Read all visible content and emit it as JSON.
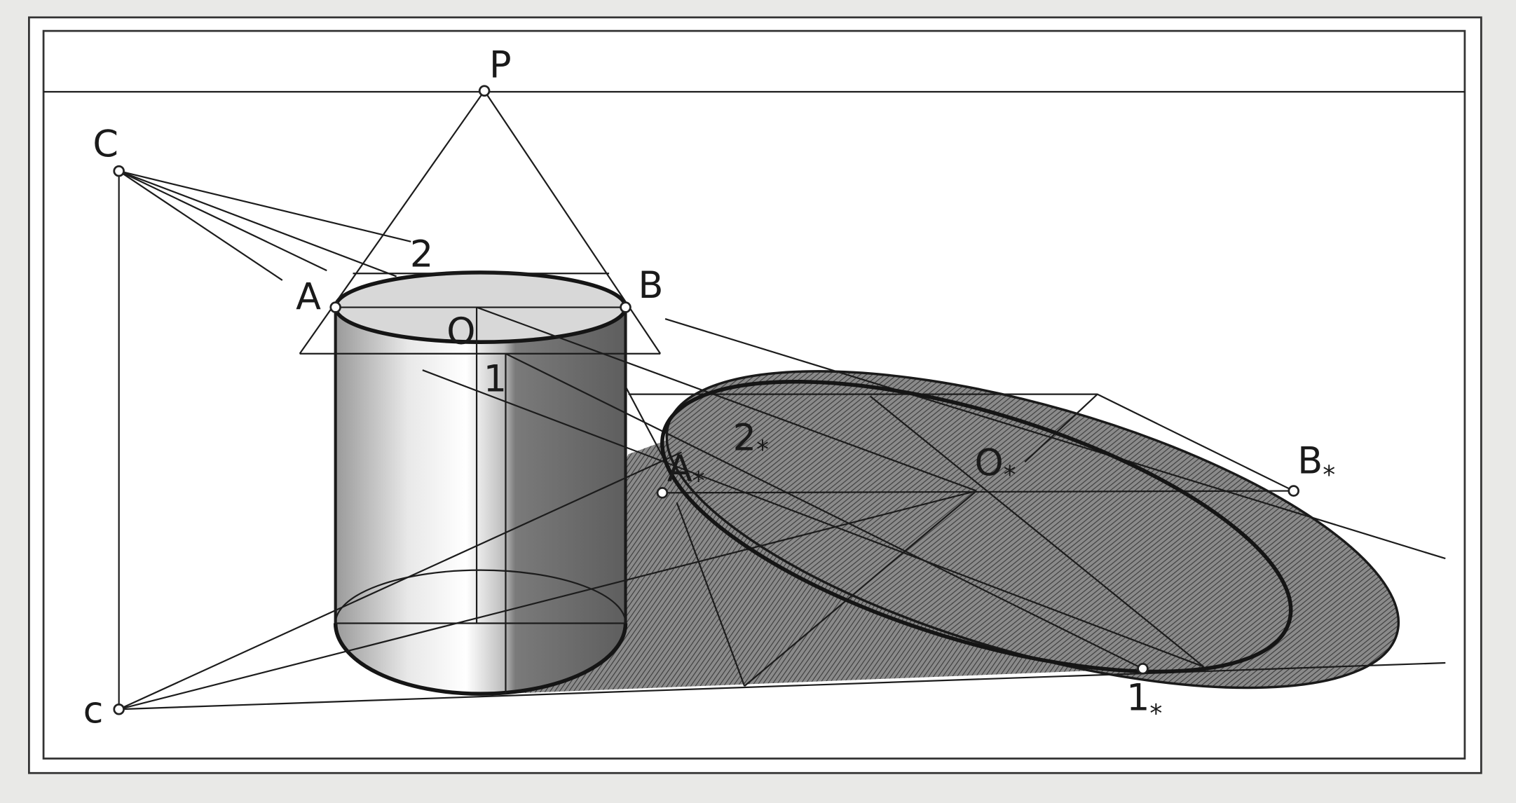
{
  "figure": {
    "labels": {
      "P": "P",
      "C_upper": "C",
      "c_lower": "c",
      "A": "A",
      "B": "B",
      "O": "O",
      "one": "1",
      "two": "2",
      "A_star": "A",
      "B_star": "B",
      "O_star": "O",
      "one_star": "1",
      "two_star": "2",
      "star": "*"
    },
    "colors": {
      "paper": "#ffffff",
      "line": "#1c1c1c",
      "shadow": "#6e6e6e"
    }
  }
}
